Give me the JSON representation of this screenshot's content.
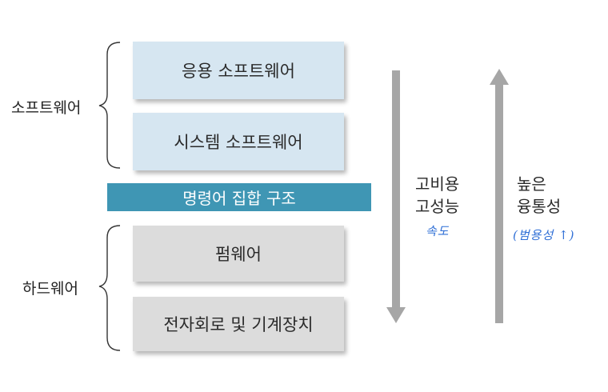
{
  "groups": {
    "software": "소프트웨어",
    "hardware": "하드웨어"
  },
  "layers": {
    "application_software": "응용 소프트웨어",
    "system_software": "시스템 소프트웨어",
    "instruction_set": "명령어 집합 구조",
    "firmware": "펌웨어",
    "circuits_devices": "전자회로 및 기계장치"
  },
  "down_arrow": {
    "line1": "고비용",
    "line2": "고성능",
    "handwritten": "속도"
  },
  "up_arrow": {
    "line1": "높은",
    "line2": "융통성",
    "handwritten": "(범용성 ↑)"
  },
  "colors": {
    "software_layer": "#d6e6f1",
    "hardware_layer": "#dcdcdc",
    "instruction_bar": "#3f96b4",
    "arrow": "#a6a6a6",
    "handwriting": "#2f6fd6"
  }
}
